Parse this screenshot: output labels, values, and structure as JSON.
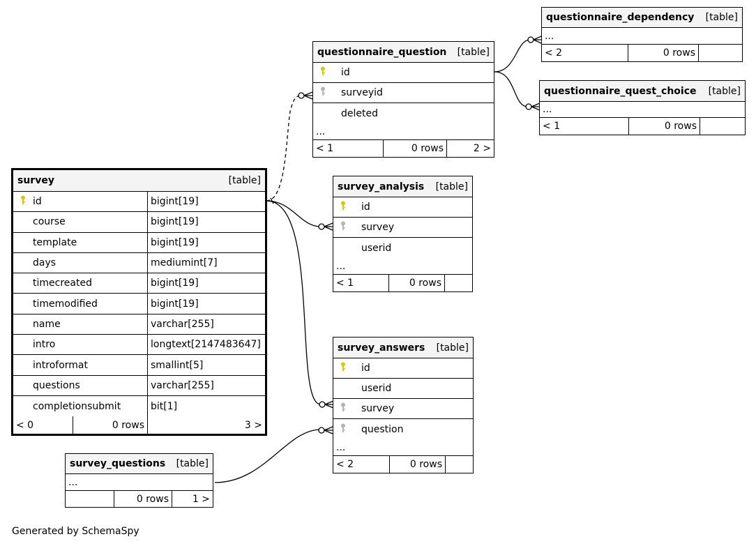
{
  "diagram": {
    "generated_by": "Generated by SchemaSpy",
    "tables": {
      "survey": {
        "name": "survey",
        "type": "[table]",
        "columns": [
          {
            "name": "id",
            "type": "bigint[19]",
            "key": "pk"
          },
          {
            "name": "course",
            "type": "bigint[19]",
            "key": ""
          },
          {
            "name": "template",
            "type": "bigint[19]",
            "key": ""
          },
          {
            "name": "days",
            "type": "mediumint[7]",
            "key": ""
          },
          {
            "name": "timecreated",
            "type": "bigint[19]",
            "key": ""
          },
          {
            "name": "timemodified",
            "type": "bigint[19]",
            "key": ""
          },
          {
            "name": "name",
            "type": "varchar[255]",
            "key": ""
          },
          {
            "name": "intro",
            "type": "longtext[2147483647]",
            "key": ""
          },
          {
            "name": "introformat",
            "type": "smallint[5]",
            "key": ""
          },
          {
            "name": "questions",
            "type": "varchar[255]",
            "key": ""
          },
          {
            "name": "completionsubmit",
            "type": "bit[1]",
            "key": ""
          }
        ],
        "footer": [
          "< 0",
          "0 rows",
          "3 >"
        ]
      },
      "questionnaire_question": {
        "name": "questionnaire_question",
        "type": "[table]",
        "columns": [
          {
            "name": "id",
            "key": "pk"
          },
          {
            "name": "surveyid",
            "key": "fk"
          },
          {
            "name": "deleted",
            "key": ""
          }
        ],
        "ellipsis": "...",
        "footer": [
          "< 1",
          "0 rows",
          "2 >"
        ]
      },
      "questionnaire_dependency": {
        "name": "questionnaire_dependency",
        "type": "[table]",
        "ellipsis": "...",
        "footer": [
          "< 2",
          "0 rows",
          ""
        ]
      },
      "questionnaire_quest_choice": {
        "name": "questionnaire_quest_choice",
        "type": "[table]",
        "ellipsis": "...",
        "footer": [
          "< 1",
          "0 rows",
          ""
        ]
      },
      "survey_analysis": {
        "name": "survey_analysis",
        "type": "[table]",
        "columns": [
          {
            "name": "id",
            "key": "pk"
          },
          {
            "name": "survey",
            "key": "fk"
          },
          {
            "name": "userid",
            "key": ""
          }
        ],
        "ellipsis": "...",
        "footer": [
          "< 1",
          "0 rows",
          ""
        ]
      },
      "survey_answers": {
        "name": "survey_answers",
        "type": "[table]",
        "columns": [
          {
            "name": "id",
            "key": "pk"
          },
          {
            "name": "userid",
            "key": ""
          },
          {
            "name": "survey",
            "key": "fk"
          },
          {
            "name": "question",
            "key": "fk"
          }
        ],
        "ellipsis": "...",
        "footer": [
          "< 2",
          "0 rows",
          ""
        ]
      },
      "survey_questions": {
        "name": "survey_questions",
        "type": "[table]",
        "ellipsis": "...",
        "footer": [
          "",
          "0 rows",
          "1 >"
        ]
      }
    },
    "key_icons": {
      "pk": "primary-key-icon",
      "fk": "foreign-key-icon"
    },
    "colors": {
      "pk_key": "#d9c800",
      "fk_key": "#b4b4b4",
      "header_bg": "#f4f4f4"
    }
  }
}
